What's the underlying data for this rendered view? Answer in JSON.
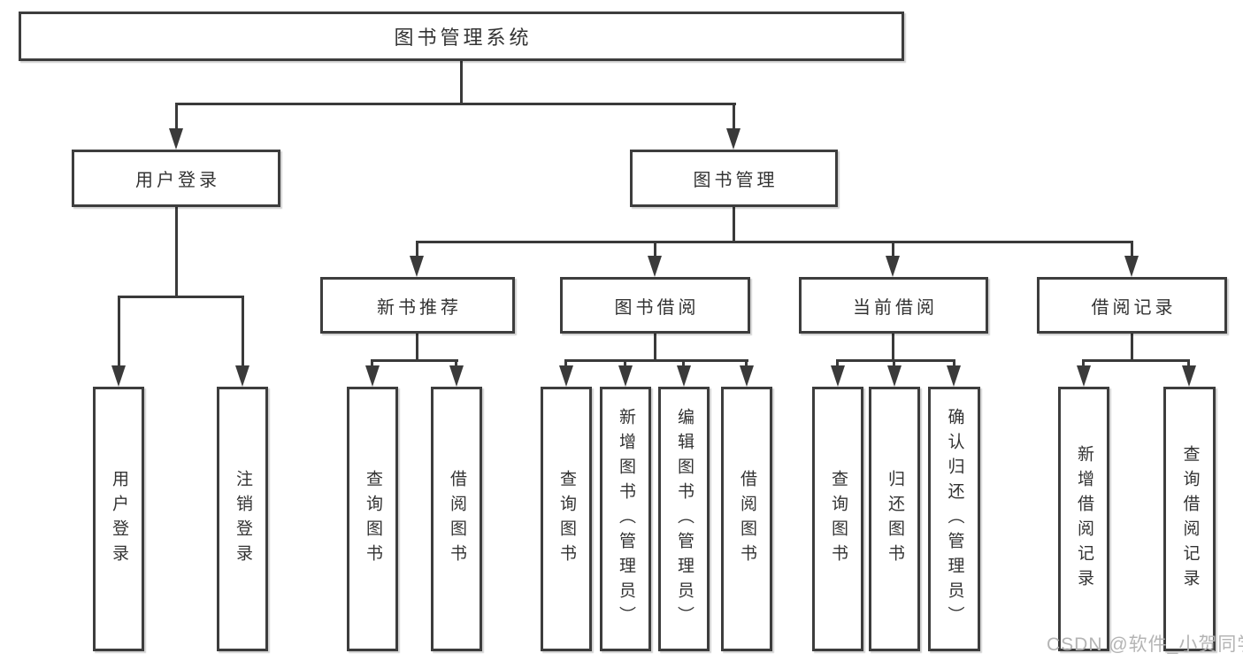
{
  "diagram": {
    "watermark": "CSDN @软件_小贺同学",
    "colors": {
      "line": "#3a3a3a",
      "border": "#3d3d3d",
      "text": "#333333",
      "background": "#ffffff",
      "watermark": "#b4b4b4"
    },
    "tree": {
      "label": "图书管理系统",
      "children": [
        {
          "label": "用户登录",
          "children": [
            {
              "label": "用户登录"
            },
            {
              "label": "注销登录"
            }
          ]
        },
        {
          "label": "图书管理",
          "children": [
            {
              "label": "新书推荐",
              "children": [
                {
                  "label": "查询图书"
                },
                {
                  "label": "借阅图书"
                }
              ]
            },
            {
              "label": "图书借阅",
              "children": [
                {
                  "label": "查询图书"
                },
                {
                  "label": "新增图书（管理员）"
                },
                {
                  "label": "编辑图书（管理员）"
                },
                {
                  "label": "借阅图书"
                }
              ]
            },
            {
              "label": "当前借阅",
              "children": [
                {
                  "label": "查询图书"
                },
                {
                  "label": "归还图书"
                },
                {
                  "label": "确认归还（管理员）"
                }
              ]
            },
            {
              "label": "借阅记录",
              "children": [
                {
                  "label": "新增借阅记录"
                },
                {
                  "label": "查询借阅记录"
                }
              ]
            }
          ]
        }
      ]
    }
  }
}
